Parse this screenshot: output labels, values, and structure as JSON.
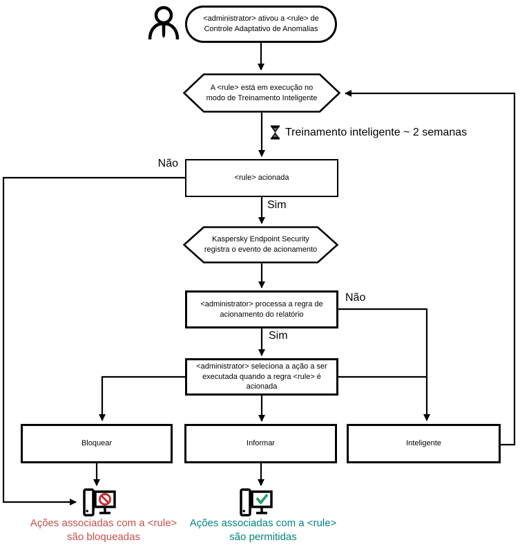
{
  "colors": {
    "blocked_text": "#c0504d",
    "allowed_text": "#00847c",
    "prohibition_red": "#c62f2f",
    "check_green": "#2aa06b",
    "line": "#000000"
  },
  "nodes": {
    "start": "<administrator> ativou a <rule> de Controle Adaptativo de Anomalias",
    "training_mode": "A <rule> está em execução no modo de Treinamento Inteligente",
    "training_note": "Treinamento inteligente ~ 2 semanas",
    "rule_triggered": "<rule> acionada",
    "registers_event": "Kaspersky Endpoint Security registra o evento de acionamento",
    "processes_rule": "<administrator> processa a regra de acionamento do relatório",
    "selects_action": "<administrator> seleciona a ação a ser executada quando a regra <rule> é acionada",
    "action_block": "Bloquear",
    "action_inform": "Informar",
    "action_smart": "Inteligente"
  },
  "edge_labels": {
    "rule_no": "Não",
    "rule_yes": "Sim",
    "process_no": "Não",
    "process_yes": "Sim"
  },
  "outcomes": {
    "blocked": {
      "line1": "Ações associadas com a <rule>",
      "line2": "são bloqueadas"
    },
    "allowed": {
      "line1": "Ações associadas com a <rule>",
      "line2": "são permitidas"
    }
  },
  "icons": {
    "person": "person-icon",
    "hourglass": "hourglass-icon",
    "blocked_pc": "computer-blocked-icon",
    "allowed_pc": "computer-allowed-icon"
  }
}
